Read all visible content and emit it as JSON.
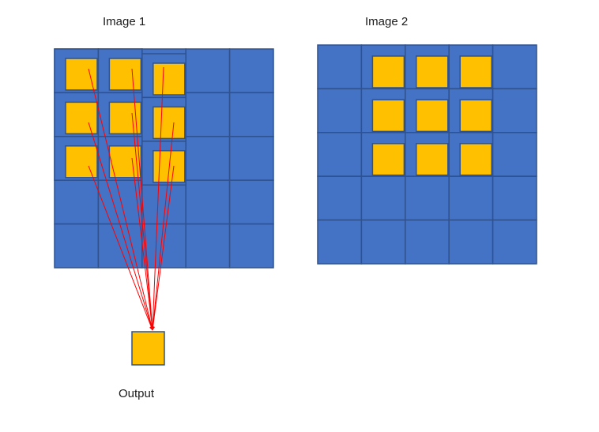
{
  "labels": {
    "image1": "Image 1",
    "image2": "Image 2",
    "output": "Output"
  },
  "colors": {
    "cell_fill": "#4472c4",
    "cell_stroke": "#2f528f",
    "kernel_fill": "#ffc000",
    "arrow": "#ff0000",
    "text": "#1a1a1a"
  },
  "image1": {
    "rows": 5,
    "cols": 5,
    "kernel_cells": [
      [
        0,
        0
      ],
      [
        0,
        1
      ],
      [
        0,
        2
      ],
      [
        1,
        0
      ],
      [
        1,
        1
      ],
      [
        1,
        2
      ],
      [
        2,
        0
      ],
      [
        2,
        1
      ],
      [
        2,
        2
      ]
    ]
  },
  "image2": {
    "rows": 5,
    "cols": 5,
    "kernel_cells": [
      [
        0,
        1
      ],
      [
        0,
        2
      ],
      [
        0,
        3
      ],
      [
        1,
        1
      ],
      [
        1,
        2
      ],
      [
        1,
        3
      ],
      [
        2,
        1
      ],
      [
        2,
        2
      ],
      [
        2,
        3
      ]
    ]
  }
}
